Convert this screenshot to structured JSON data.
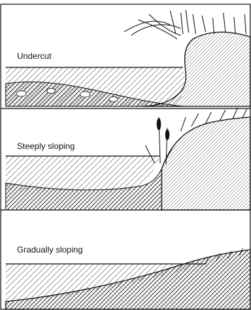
{
  "panels": [
    {
      "label": "Undercut"
    },
    {
      "label": "Steeply sloping"
    },
    {
      "label": "Gradually sloping"
    }
  ],
  "colors": {
    "ink": "#111111",
    "background": "#ffffff"
  }
}
